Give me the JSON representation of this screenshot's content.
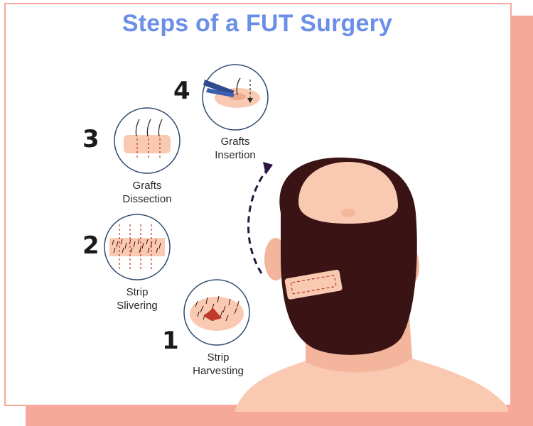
{
  "title": "Steps of a FUT Surgery",
  "steps": [
    {
      "number": "1",
      "line1": "Strip",
      "line2": "Harvesting"
    },
    {
      "number": "2",
      "line1": "Strip",
      "line2": "Slivering"
    },
    {
      "number": "3",
      "line1": "Grafts",
      "line2": "Dissection"
    },
    {
      "number": "4",
      "line1": "Grafts",
      "line2": "Insertion"
    }
  ],
  "colors": {
    "title": "#6b8fe8",
    "frame": "#f6a99a",
    "skin": "#f9c9b2",
    "hair": "#3a1414",
    "circle_border": "#2f4a6e",
    "arrow": "#2b1640"
  },
  "icons": [
    "strip-harvesting-icon",
    "strip-slivering-icon",
    "grafts-dissection-icon",
    "grafts-insertion-icon",
    "head-back-view-icon",
    "curved-arrow-icon"
  ]
}
